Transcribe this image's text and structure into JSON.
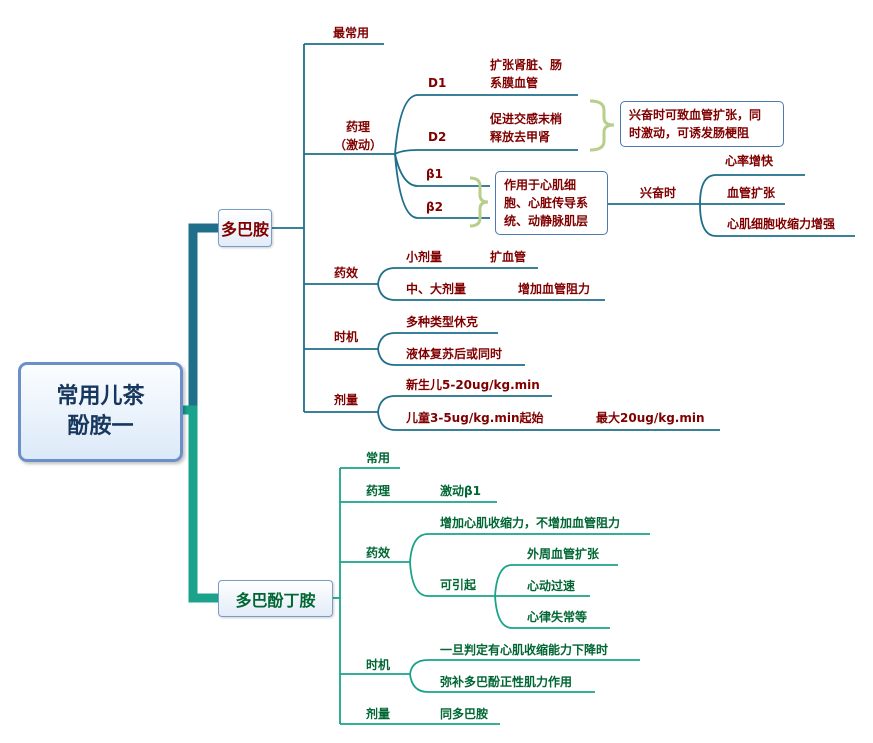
{
  "root": {
    "line1": "常用儿茶",
    "line2": "酚胺一"
  },
  "dopamine": {
    "title": "多巴胺",
    "most_common": "最常用",
    "pharmacology": {
      "label_line1": "药理",
      "label_line2": "（激动）",
      "d1": {
        "label": "D1",
        "effect_line1": "扩张肾脏、肠",
        "effect_line2": "系膜血管"
      },
      "d2": {
        "label": "D2",
        "effect_line1": "促进交感末梢",
        "effect_line2": "释放去甲肾"
      },
      "d2_note_line1": "兴奋时可致血管扩张，同",
      "d2_note_line2": "时激动，可诱发肠梗阻",
      "beta1": "β1",
      "beta2": "β2",
      "beta_target_line1": "作用于心肌细",
      "beta_target_line2": "胞、心脏传导系",
      "beta_target_line3": "统、动静脉肌层",
      "excited": "兴奋时",
      "outcomes": [
        "心率增快",
        "血管扩张",
        "心肌细胞收缩力增强"
      ]
    },
    "efficacy": {
      "label": "药效",
      "small_dose": "小剂量",
      "small_effect": "扩血管",
      "mid_large_dose": "中、大剂量",
      "mid_large_effect": "增加血管阻力"
    },
    "timing": {
      "label": "时机",
      "items": [
        "多种类型休克",
        "液体复苏后或同时"
      ]
    },
    "dose": {
      "label": "剂量",
      "neonate": "新生儿5-20ug/kg.min",
      "child": "儿童3-5ug/kg.min起始",
      "max": "最大20ug/kg.min"
    }
  },
  "dobutamine": {
    "title": "多巴酚丁胺",
    "common": "常用",
    "pharmacology": {
      "label": "药理",
      "value": "激动β1"
    },
    "efficacy": {
      "label": "药效",
      "main": "增加心肌收缩力，不增加血管阻力",
      "may_cause": "可引起",
      "side_effects": [
        "外周血管扩张",
        "心动过速",
        "心律失常等"
      ]
    },
    "timing": {
      "label": "时机",
      "items": [
        "一旦判定有心肌收缩能力下降时",
        "弥补多巴酚正性肌力作用"
      ]
    },
    "dose": {
      "label": "剂量",
      "value": "同多巴胺"
    }
  },
  "colors": {
    "dopamine_branch": "#1f6f8b",
    "dobutamine_branch": "#1aa38a",
    "text_red": "#800000",
    "text_green": "#006633",
    "bracket": "#b8cf8c",
    "node_border": "#7a9cc8"
  }
}
